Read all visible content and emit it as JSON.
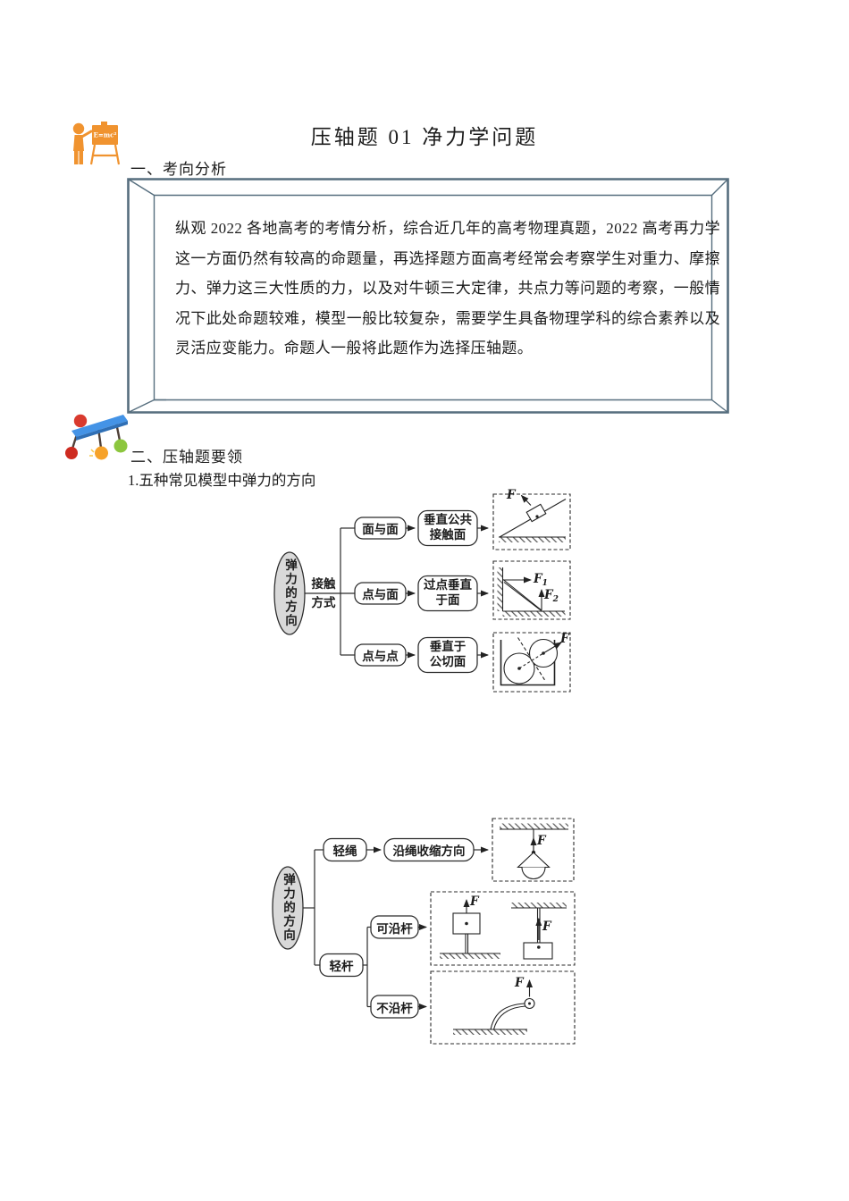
{
  "title": "压轴题 01 净力学问题",
  "section1": {
    "heading": "一、考向分析"
  },
  "analysis": {
    "paragraph": "纵观 2022 各地高考的考情分析，综合近几年的高考物理真题，2022 高考再力学这一方面仍然有较高的命题量，再选择题方面高考经常会考察学生对重力、摩擦力、弹力这三大性质的力，以及对牛顿三大定律，共点力等问题的考察，一般情况下此处命题较难，模型一般比较复杂，需要学生具备物理学科的综合素养以及灵活应变能力。命题人一般将此题作为选择压轴题。"
  },
  "section2": {
    "heading": "二、压轴题要领",
    "subheading": "1.五种常见模型中弹力的方向"
  },
  "teacher_icon": {
    "formula": "E=mc²"
  },
  "flowchart1": {
    "root": "弹力的方向",
    "edge_label": {
      "line1": "接触",
      "line2": "方式"
    },
    "branches": [
      {
        "type": "面与面",
        "rule1": "垂直公共",
        "rule2": "接触面"
      },
      {
        "type": "点与面",
        "rule1": "过点垂直",
        "rule2": "于面"
      },
      {
        "type": "点与点",
        "rule1": "垂直于",
        "rule2": "公切面"
      }
    ],
    "labels": {
      "f_incline": "F",
      "f1": "F",
      "f1_sub": "1",
      "f2": "F",
      "f2_sub": "2",
      "f_spheres": "F"
    }
  },
  "flowchart2": {
    "root": "弹力的方向",
    "rope": {
      "type": "轻绳",
      "rule": "沿绳收缩方向",
      "f": "F"
    },
    "rod": {
      "type": "轻杆",
      "along": "可沿杆",
      "not_along": "不沿杆",
      "f_left": "F",
      "f_right": "F",
      "f_curve": "F"
    }
  },
  "colors": {
    "accent_orange": "#F0932F",
    "frame_slate": "#566E7E",
    "node_fill": "#D9D9D9"
  }
}
